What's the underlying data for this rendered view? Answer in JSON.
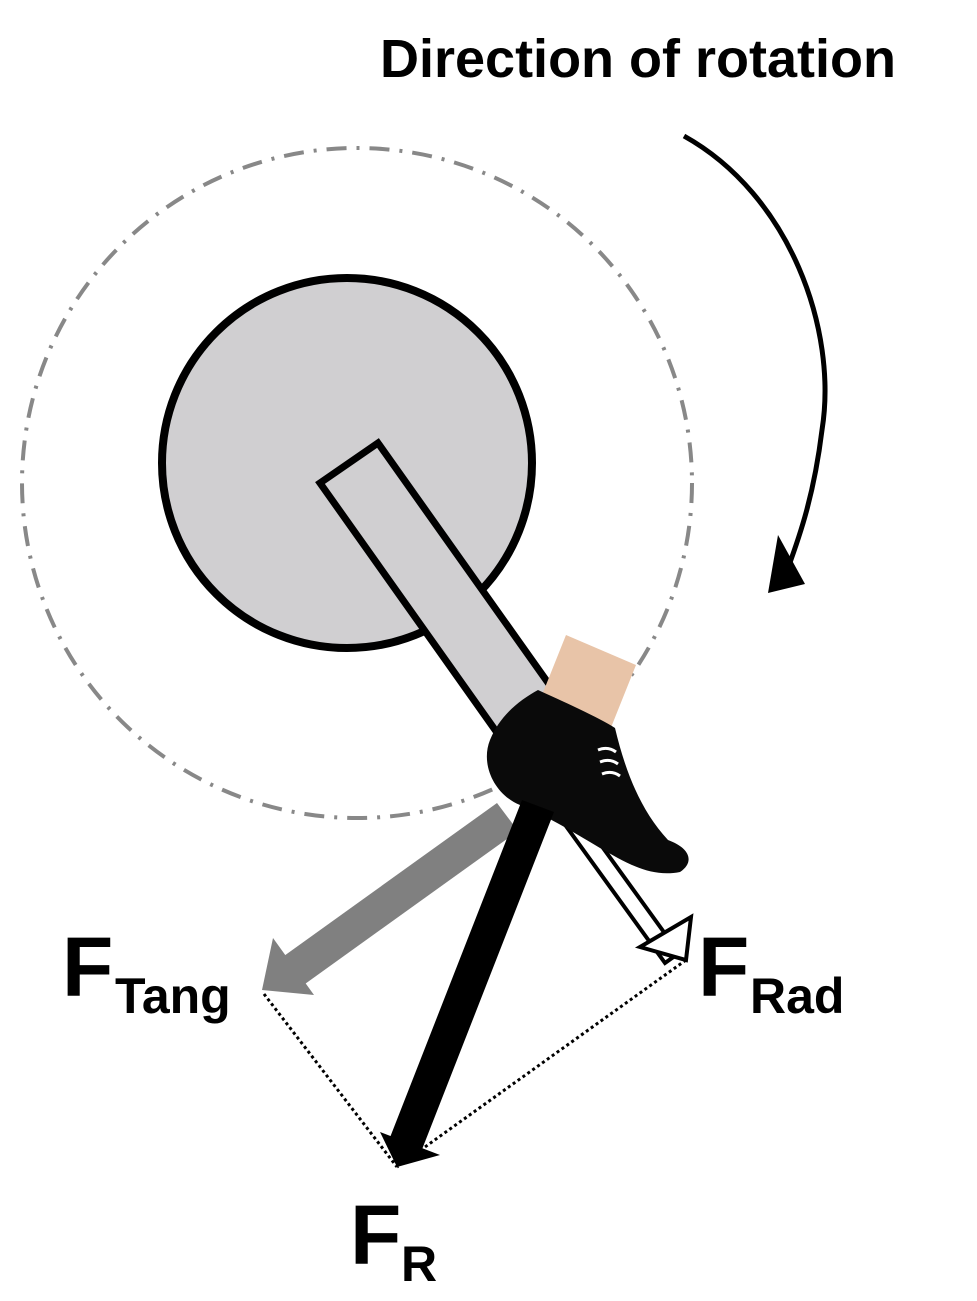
{
  "title": "Direction of rotation",
  "forces": {
    "tangential": {
      "symbol": "F",
      "subscript": "Tang"
    },
    "radial": {
      "symbol": "F",
      "subscript": "Rad"
    },
    "resultant": {
      "symbol": "F",
      "subscript": "R"
    }
  },
  "colors": {
    "crank_disc": "#d0cfd1",
    "outline": "#000000",
    "pedal_path": "#888888",
    "tangential_arrow": "#808080",
    "resultant_arrow": "#000000",
    "radial_arrow": "#ffffff",
    "skin": "#e8c4a8",
    "shoe": "#0a0a0a"
  },
  "icons": {
    "rotation": "curved-arrow-clockwise",
    "foot": "cycling-shoe"
  }
}
